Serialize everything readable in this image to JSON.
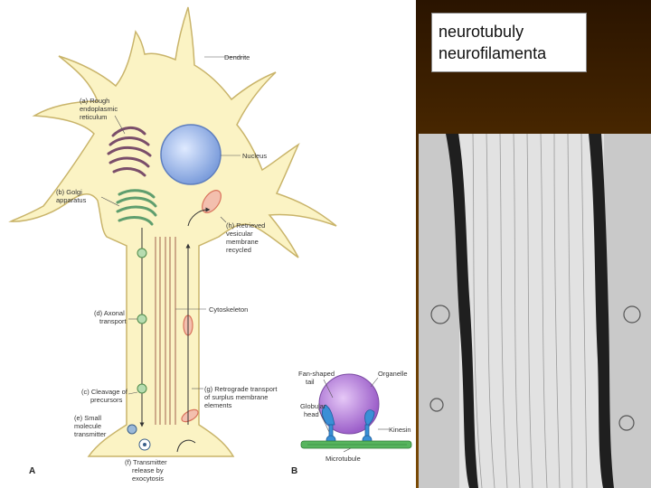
{
  "neuron": {
    "panel_a": "A",
    "panel_b": "B",
    "dendrite": "Dendrite",
    "rough_er": [
      "(a) Rough",
      "endoplasmic",
      "reticulum"
    ],
    "nucleus": "Nucleus",
    "golgi": [
      "(b) Golgi",
      "apparatus"
    ],
    "retrieved": [
      "(h) Retrieved",
      "vesicular",
      "membrane",
      "recycled"
    ],
    "axonal": [
      "(d) Axonal",
      "transport"
    ],
    "cytoskeleton": "Cytoskeleton",
    "cleavage": [
      "(c) Cleavage of",
      "precursors"
    ],
    "retrograde": [
      "(g) Retrograde transport",
      "of surplus membrane",
      "elements"
    ],
    "small_molecule": [
      "(e) Small",
      "molecule",
      "transmitter"
    ],
    "release": [
      "(f) Transmitter",
      "release by",
      "exocytosis"
    ]
  },
  "kinesin": {
    "fan_tail": [
      "Fan-shaped",
      "tail"
    ],
    "organelle": "Organelle",
    "globular_head": [
      "Globular",
      "head"
    ],
    "kinesin": "Kinesin",
    "microtubule": "Microtubule"
  },
  "caption": {
    "line1": "neurotubuly",
    "line2": "neurofilamenta"
  },
  "colors": {
    "cell_fill": "#fbf3c4",
    "cell_stroke": "#c9b46a",
    "nucleus": "#9db8e8",
    "golgi": "#5f9e6e",
    "er": "#7a4e6a",
    "vesicle": "#b6dcb0",
    "organelle": "#b27ad9",
    "microtubule": "#3f9a4a",
    "kinesin": "#3a8fd6",
    "mitochondria": "#e99a86"
  }
}
